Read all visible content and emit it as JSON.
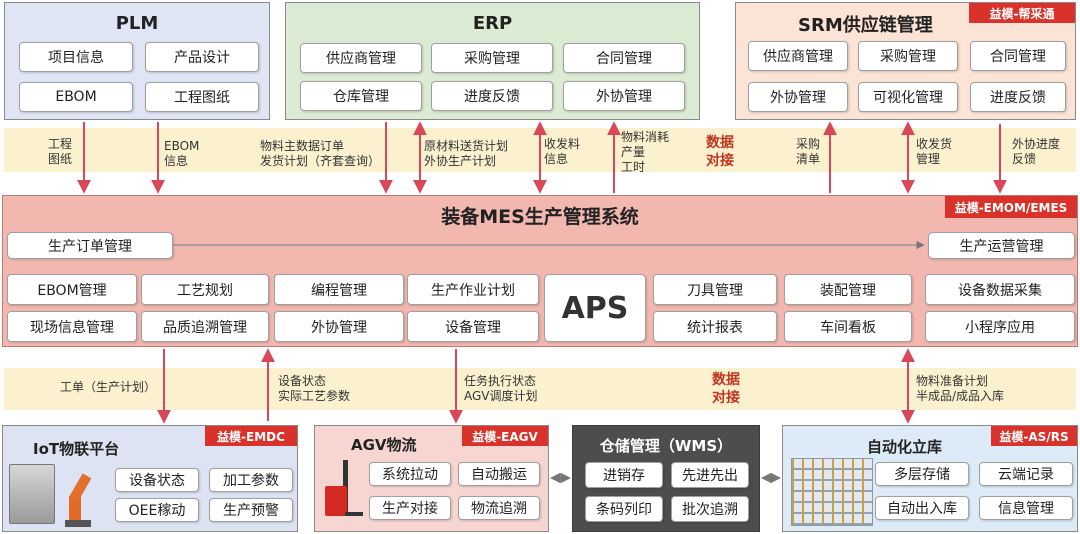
{
  "plm": {
    "title": "PLM",
    "items": [
      "项目信息",
      "产品设计",
      "EBOM",
      "工程图纸"
    ]
  },
  "erp": {
    "title": "ERP",
    "items": [
      "供应商管理",
      "采购管理",
      "合同管理",
      "仓库管理",
      "进度反馈",
      "外协管理"
    ]
  },
  "srm": {
    "title": "SRM供应链管理",
    "tag": "益模-帮采通",
    "items": [
      "供应商管理",
      "采购管理",
      "合同管理",
      "外协管理",
      "可视化管理",
      "进度反馈"
    ]
  },
  "top_band": {
    "labels": [
      "工程\n图纸",
      "EBOM\n信息",
      "物料主数据订单\n发货计划（齐套查询）",
      "原材料送货计划\n外协生产计划",
      "收发料\n信息",
      "物料消耗\n产量\n工时",
      "采购\n清单",
      "收发货\n管理",
      "外协进度\n反馈"
    ],
    "center": "数据\n对接"
  },
  "mes": {
    "title": "装备MES生产管理系统",
    "tag": "益模-EMOM/EMES",
    "order_mgmt": "生产订单管理",
    "ops_mgmt": "生产运营管理",
    "aps": "APS",
    "left_items": [
      "EBOM管理",
      "工艺规划",
      "编程管理",
      "生产作业计划",
      "现场信息管理",
      "品质追溯管理",
      "外协管理",
      "设备管理"
    ],
    "right_items": [
      "刀具管理",
      "装配管理",
      "设备数据采集",
      "统计报表",
      "车间看板",
      "小程序应用"
    ]
  },
  "bottom_band": {
    "labels": [
      "工单（生产计划）",
      "设备状态\n实际工艺参数",
      "任务执行状态\nAGV调度计划",
      "物料准备计划\n半成品/成品入库"
    ],
    "center": "数据\n对接"
  },
  "iot": {
    "title": "IoT物联平台",
    "tag": "益模-EMDC",
    "items": [
      "设备状态",
      "加工参数",
      "OEE稼动",
      "生产预警"
    ]
  },
  "agv": {
    "title": "AGV物流",
    "tag": "益模-EAGV",
    "items": [
      "系统拉动",
      "自动搬运",
      "生产对接",
      "物流追溯"
    ]
  },
  "wms": {
    "title": "仓储管理（WMS）",
    "items": [
      "进销存",
      "先进先出",
      "条码列印",
      "批次追溯"
    ]
  },
  "asrs": {
    "title": "自动化立库",
    "tag": "益模-AS/RS",
    "items": [
      "多层存储",
      "云端记录",
      "自动出入库",
      "信息管理"
    ]
  },
  "colors": {
    "accent": "#d9322b",
    "arrow": "#d9485a",
    "band": "#fbf1cf"
  }
}
